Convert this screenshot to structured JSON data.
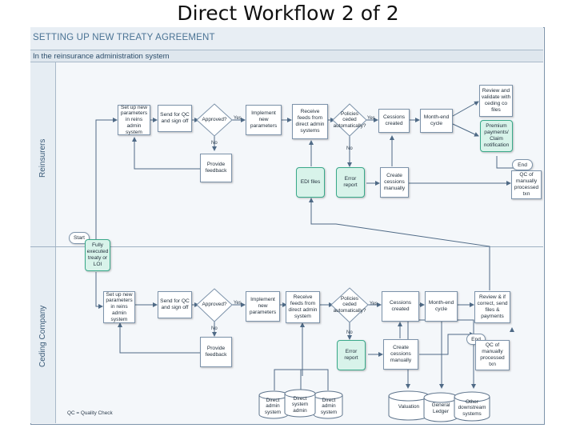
{
  "page_title": "Direct Workflow 2 of 2",
  "header_title": "SETTING UP NEW TREATY AGREEMENT",
  "subheader": "In the reinsurance administration system",
  "lanes": {
    "reinsurers": "Reinsurers",
    "ceding": "Ceding Company"
  },
  "start_label": "Start",
  "shared": {
    "fully_executed": "Fully executed treaty or LOI"
  },
  "reinsurers": {
    "set_up": "Set up new parameters in reins admin system",
    "send_qc": "Send for QC and sign off",
    "approved": "Approved?",
    "yes1": "Yes",
    "no1": "No",
    "provide_feedback": "Provide feedback",
    "implement": "Implement new parameters",
    "receive_feeds": "Receive feeds from direct admin systems",
    "policies_ceded": "Policies ceded automatically?",
    "yes2": "Yes",
    "no2": "No",
    "cessions_created": "Cessions created",
    "month_end": "Month-end cycle",
    "review_validate": "Review and validate with ceding co files",
    "premium_payments": "Premium payments/ Claim notification",
    "edi_files": "EDI files",
    "error_report": "Error report",
    "create_cessions": "Create cessions manually",
    "end": "End",
    "qc_manual": "QC of manually processed txn"
  },
  "ceding": {
    "set_up": "Set up new parameters in reins admin system",
    "send_qc": "Send for QC and sign off",
    "approved": "Approved?",
    "yes1": "Yes",
    "no1": "No",
    "provide_feedback": "Provide feedback",
    "implement": "Implement new parameters",
    "receive_feeds": "Receive feeds from direct admin system",
    "policies_ceded": "Policies ceded automatically?",
    "yes2": "Yes",
    "no2": "No",
    "cessions_created": "Cessions created",
    "month_end": "Month-end cycle",
    "review_if_correct": "Review & if correct, send files & payments",
    "error_report": "Error report",
    "create_cessions": "Create cessions manually",
    "end": "End",
    "qc_manual": "QC of manually processed txn",
    "direct_admin_1": "Direct admin system",
    "direct_admin_2": "Direct system admin",
    "direct_admin_3": "Direct admin system",
    "valuation": "Valuation",
    "general_ledger": "General Ledger",
    "other_downstream": "Other downstream systems"
  },
  "legend": "QC = Quality Check",
  "colors": {
    "frame": "#7d93aa",
    "header_text": "#4a7394",
    "teal_fill": "#d8f3ea",
    "teal_border": "#3aa98a",
    "connector": "#4f6a86"
  }
}
